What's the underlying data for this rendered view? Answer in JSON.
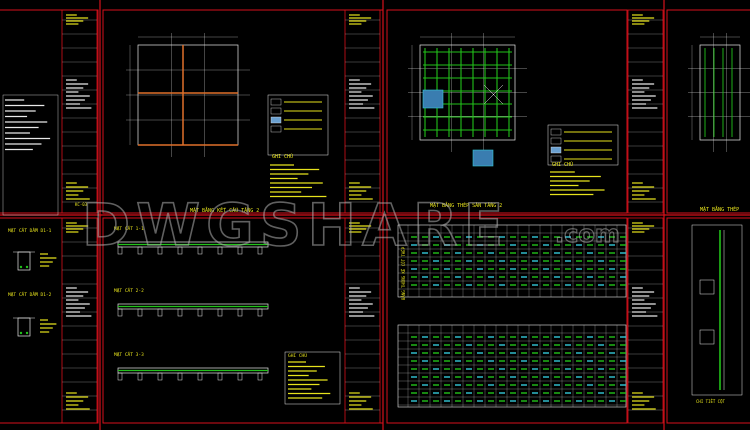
{
  "watermark": {
    "brand": "DWGSHARE",
    "suffix": ".com"
  },
  "colors": {
    "sheet_border": "#d6111b",
    "drawing_white": "#e8e8e8",
    "text_yellow": "#e6e21c",
    "green": "#22c21a",
    "cyan": "#33c8d8",
    "orange": "#e0702a",
    "watermark": "#9a9a9a"
  },
  "sheets": {
    "s1": {
      "title": "MẶT BẰNG KẾT CẤU TẦNG 2",
      "notes_title": "GHI CHÚ"
    },
    "s2": {
      "title": "MẶT BẰNG THÉP SÀN TẦNG 2",
      "notes_title": "GHI CHÚ"
    },
    "s3": {
      "title": "MẶT BẰNG THÉP"
    },
    "s4": {
      "labels": [
        "MẶT CẮT DẦM D1-1",
        "MẶT CẮT DẦM D1-2"
      ]
    },
    "s5": {
      "labels": [
        "MẶT CẮT 1-1",
        "MẶT CẮT 2-2",
        "MẶT CẮT 3-3"
      ],
      "notes_title": "GHI CHÚ"
    },
    "s6": {
      "label": "BẢNG THỐNG KÊ CỐT THÉP"
    },
    "s7": {
      "label": "CHI TIẾT CỘT"
    }
  },
  "title_block": {
    "label": "GHI CHÚ",
    "sheet_no": "KC-03"
  }
}
